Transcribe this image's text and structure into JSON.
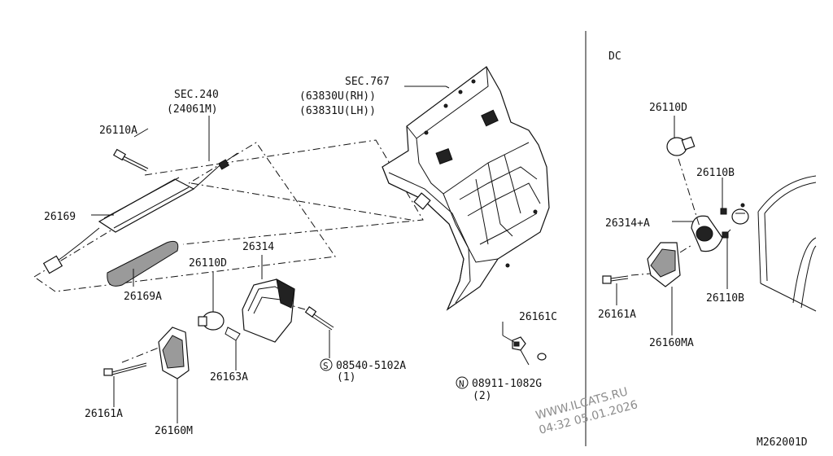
{
  "labels": {
    "sec240": "SEC.240",
    "p24061m": "(24061M)",
    "sec767": "SEC.767",
    "p63830u": "(63830U(RH))",
    "p63831u": "(63831U(LH))",
    "p26110a": "26110A",
    "p26169": "26169",
    "p26169a": "26169A",
    "p26314": "26314",
    "p26110d_left": "26110D",
    "p26163a": "26163A",
    "p26161a_left": "26161A",
    "p26160m": "26160M",
    "p08540_code": "08540-5102A",
    "p08540_qty": "(1)",
    "p26161c": "26161C",
    "p08911_code": "08911-1082G",
    "p08911_qty": "(2)",
    "dc": "DC",
    "p26110d_right": "26110D",
    "p26110b_upper": "26110B",
    "p26314a": "26314+A",
    "p26161a_right": "26161A",
    "p26110b_lower": "26110B",
    "p26160ma": "26160MA",
    "diagram_id": "M262001D"
  },
  "symbols": {
    "s": "S",
    "n": "N"
  },
  "watermark": {
    "line1": "WWW.ILCATS.RU",
    "line2": "04:32 05.01.2026"
  }
}
